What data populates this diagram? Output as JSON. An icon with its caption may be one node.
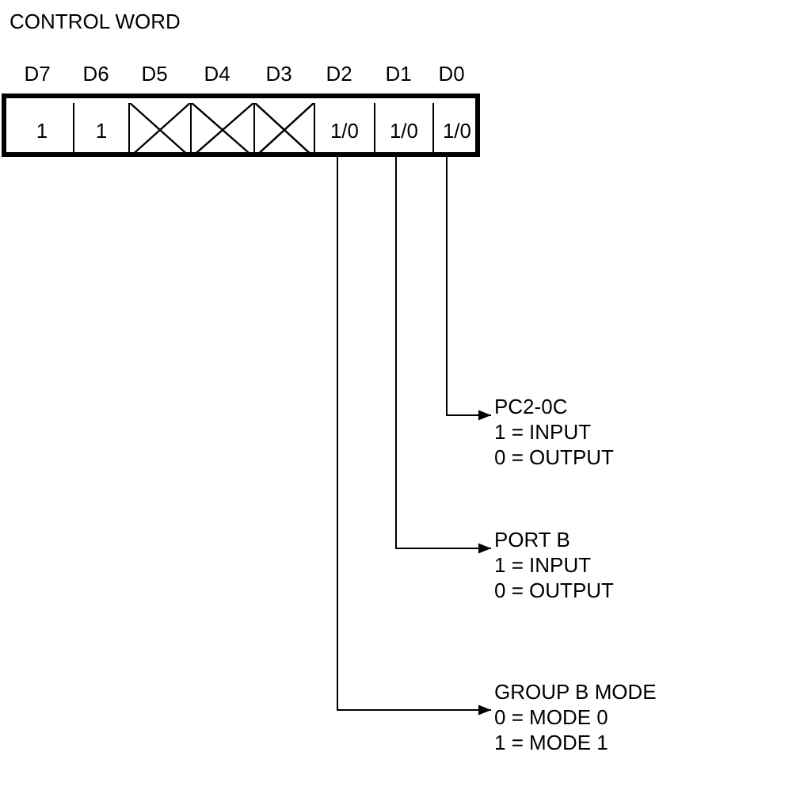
{
  "diagram": {
    "title": "CONTROL WORD",
    "nodes": [
      {
        "text": [],
        "shape": "box"
      },
      {
        "text": [
          "1"
        ],
        "in": 0,
        "beside": [
          "D7"
        ]
      },
      {
        "text": [
          "1"
        ],
        "in": 0,
        "beside": [
          "D6"
        ]
      },
      {
        "text": [],
        "shape": "box",
        "in": 0,
        "beside": [
          "D5"
        ]
      },
      {
        "text": [],
        "shape": "box",
        "in": 0,
        "beside": [
          "D4"
        ]
      },
      {
        "text": [],
        "shape": "box",
        "in": 0,
        "beside": [
          "D3"
        ]
      },
      {
        "text": [
          "1/0"
        ],
        "in": 0,
        "beside": [
          "D2"
        ]
      },
      {
        "text": [
          "1/0"
        ],
        "in": 0,
        "beside": [
          "D1"
        ]
      },
      {
        "text": [
          "1/0"
        ],
        "in": 0,
        "beside": [
          "D0"
        ]
      },
      {
        "text": [
          "PC2-0C",
          "1 = INPUT",
          "0 = OUTPUT"
        ]
      },
      {
        "text": [
          "PORT B",
          "1 = INPUT",
          "0 = OUTPUT"
        ]
      },
      {
        "text": [
          "GROUP B MODE",
          "0 = MODE 0",
          "1 = MODE 1"
        ]
      }
    ],
    "edges": [
      {
        "from": 8,
        "to": 9,
        "arrow": "to"
      },
      {
        "from": 7,
        "to": 10,
        "arrow": "to"
      },
      {
        "from": 6,
        "to": 11,
        "arrow": "to"
      }
    ]
  }
}
